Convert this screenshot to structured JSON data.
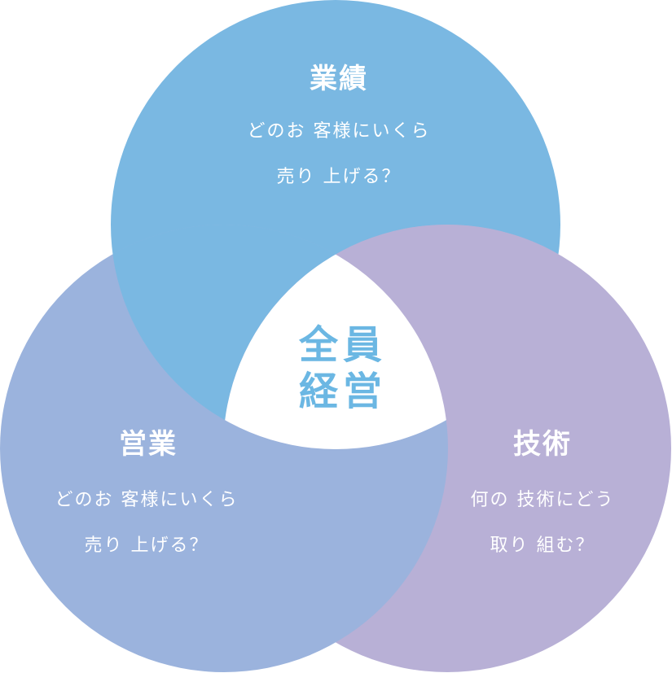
{
  "colors": {
    "top": "#7ab8e2",
    "left": "#9bb3dd",
    "right": "#b8b0d6",
    "center_text": "#6bb7e3",
    "center_fill": "#ffffff"
  },
  "circles": {
    "top": {
      "title": "業績",
      "line1": "どのお 客様にいくら",
      "line2": "売り 上げる？"
    },
    "left": {
      "title": "営業",
      "line1": "どのお 客様にいくら",
      "line2": "売り 上げる？"
    },
    "right": {
      "title": "技術",
      "line1": "何の 技術にどう",
      "line2": "取り 組む？"
    }
  },
  "center": {
    "line1": "全員",
    "line2": "経営"
  }
}
